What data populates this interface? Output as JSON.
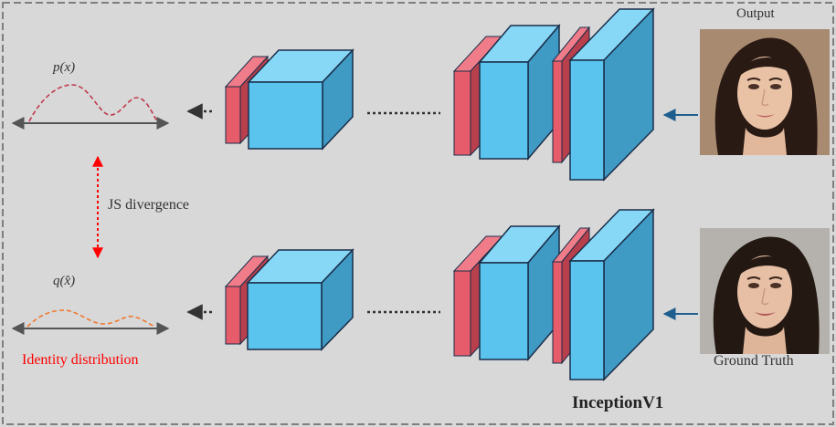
{
  "labels": {
    "top_dist": "p(x)",
    "bottom_dist": "q(x̂)",
    "js_divergence": "JS divergence",
    "identity_distribution": "Identity distribution",
    "output": "Output",
    "ground_truth": "Ground Truth",
    "network": "InceptionV1"
  },
  "colors": {
    "background": "#d8d8d8",
    "frame": "#7f7f7f",
    "cube_front": "#5bc4ee",
    "cube_top": "#86d8f6",
    "cube_side": "#3f9ac4",
    "cube_edge": "#1a2e4a",
    "slab": "#e65c6b",
    "slab_dark": "#b83f4c",
    "p_curve": "#c0394e",
    "q_curve": "#f07830",
    "js_arrow": "#ff0000",
    "identity_text": "#ff0000",
    "input_arrow": "#1f5f8f"
  },
  "images": {
    "output": "face-photo-output",
    "ground_truth": "face-photo-ground-truth"
  }
}
